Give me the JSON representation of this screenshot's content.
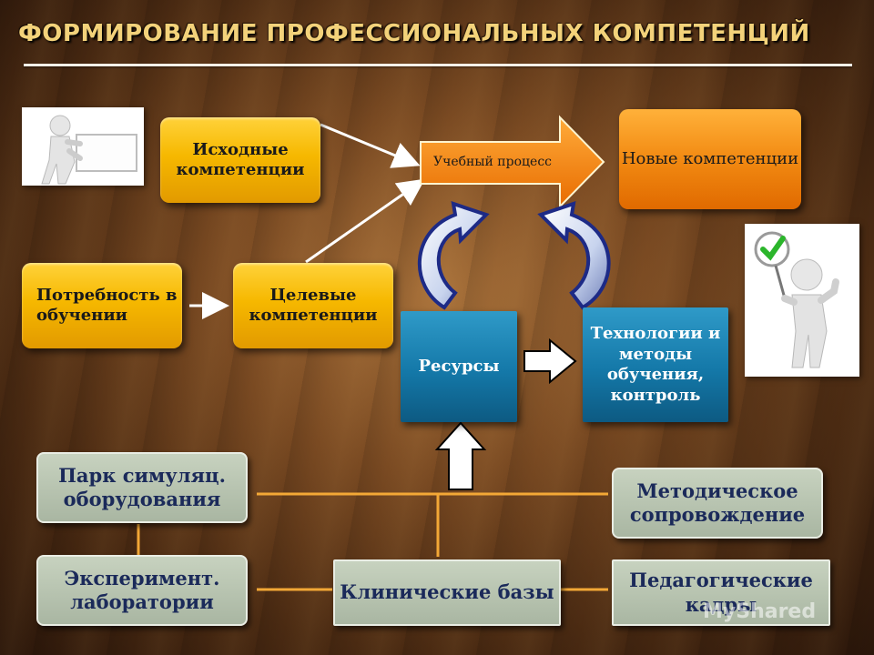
{
  "title": "ФОРМИРОВАНИЕ ПРОФЕССИОНАЛЬНЫХ  КОМПЕТЕНЦИЙ",
  "nodes": {
    "initial": "Исходные компетенции",
    "learning_process": "Учебный процесс",
    "new": "Новые компетенции",
    "need": "Потребность в обучении",
    "target": "Целевые компетенции",
    "resources": "Ресурсы",
    "tech": "Технологии и методы обучения, контроль",
    "simulation_park": "Парк  симуляц. оборудования",
    "method_support": "Методическое сопровождение",
    "labs": "Эксперимент. лаборатории",
    "clinical": "Клинические базы",
    "teaching_staff": "Педагогические кадры"
  },
  "watermark": "MyShared",
  "icons": [
    "figure-holding-sign-icon",
    "figure-with-checkmark-icon",
    "circular-arrows-icon"
  ]
}
